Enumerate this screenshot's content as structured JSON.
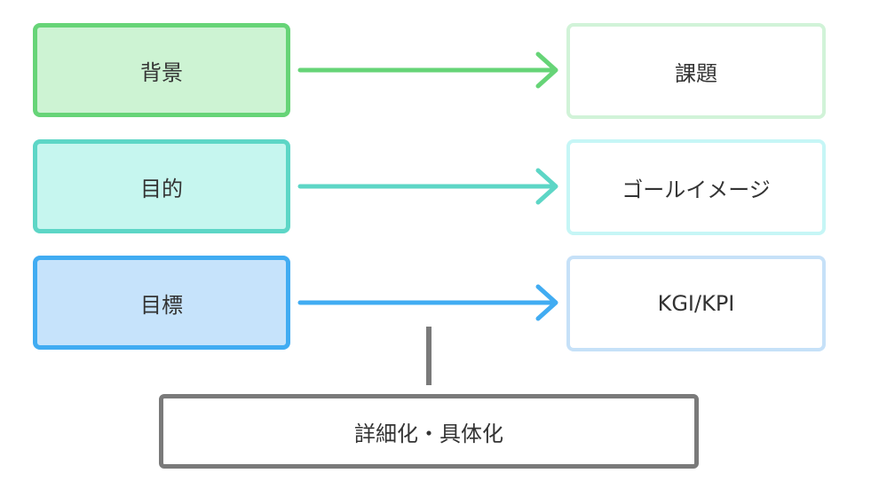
{
  "rows": [
    {
      "left_label": "背景",
      "right_label": "課題",
      "left_fill": "#cdf3d3",
      "left_border": "#66d477",
      "right_border": "#d1f3d8",
      "arrow_color": "#66d477"
    },
    {
      "left_label": "目的",
      "right_label": "ゴールイメージ",
      "left_fill": "#c6f6ef",
      "left_border": "#5dd6c6",
      "right_border": "#c6f6f6",
      "arrow_color": "#5dd6c6"
    },
    {
      "left_label": "目標",
      "right_label": "KGI/KPI",
      "left_fill": "#c6e3fb",
      "left_border": "#41acf2",
      "right_border": "#c6e1f8",
      "arrow_color": "#41acf2"
    }
  ],
  "bottom": {
    "label": "詳細化・具体化",
    "border": "#7a7a7a"
  }
}
